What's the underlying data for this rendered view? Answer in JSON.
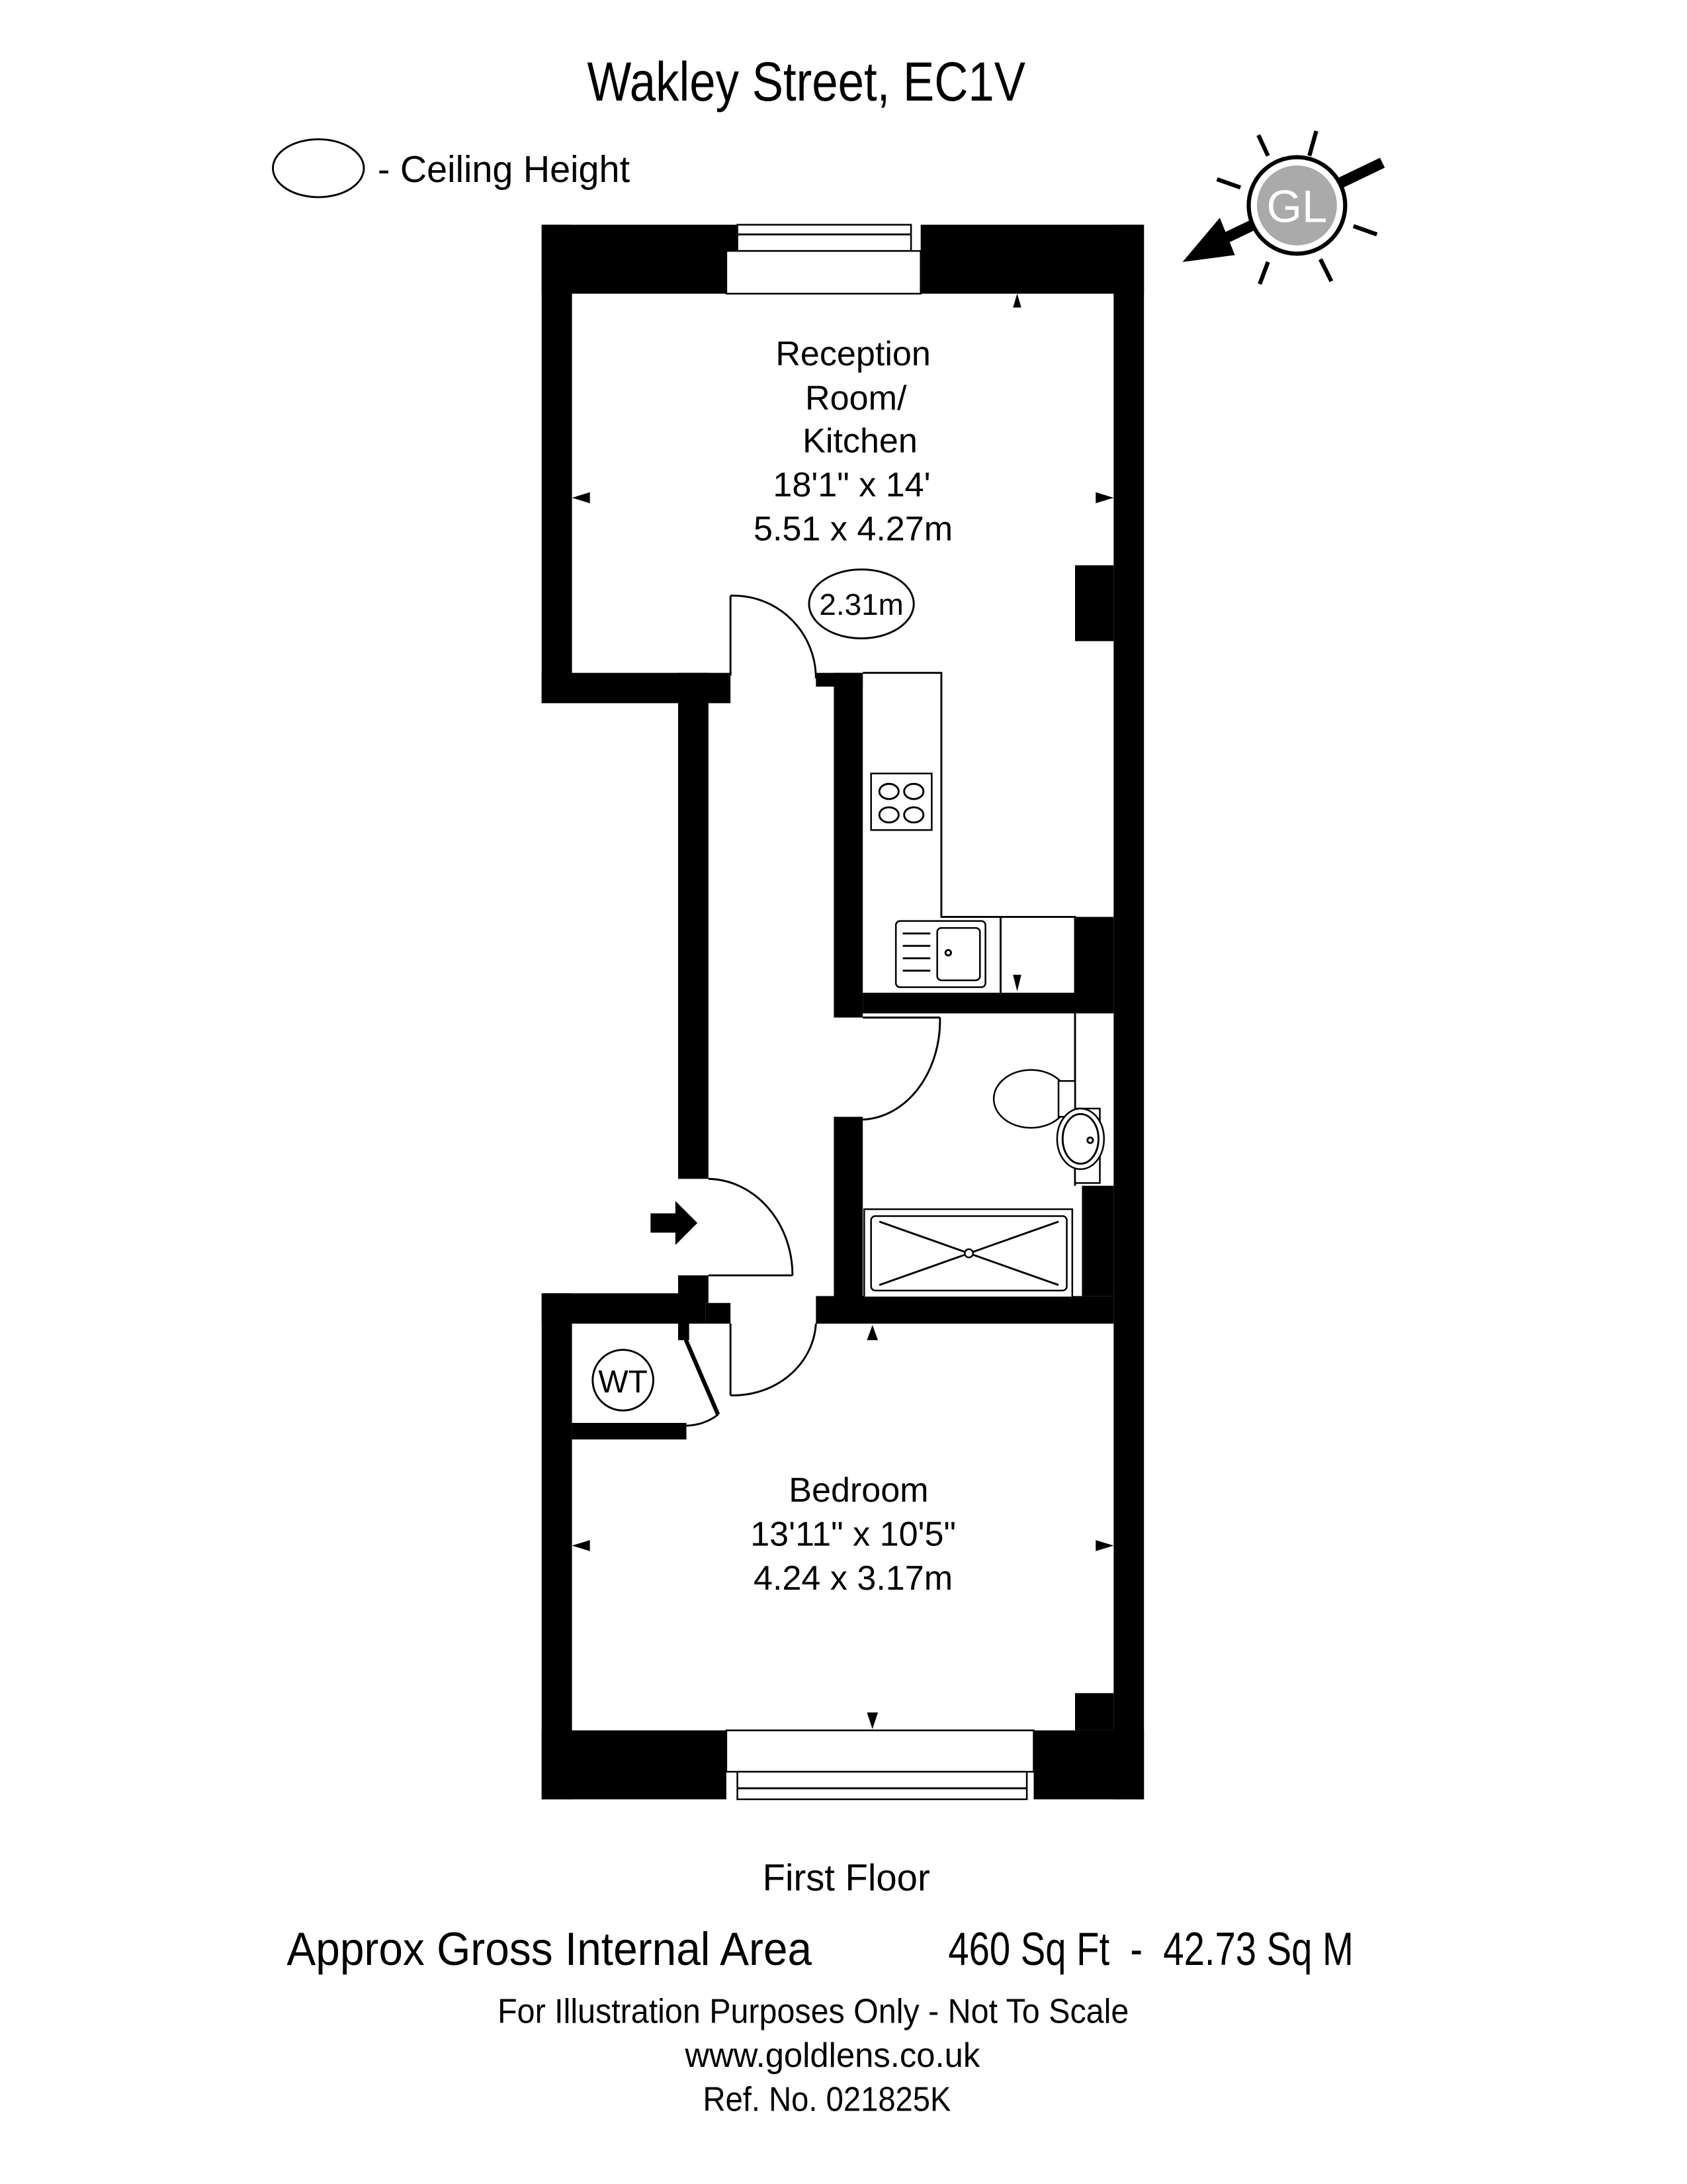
{
  "title": "Wakley Street, EC1V",
  "legend": {
    "ceiling_height_label": "- Ceiling Height"
  },
  "compass": {
    "logo_text": "GL",
    "logo_color": "#aaaaaa"
  },
  "rooms": {
    "reception": {
      "line1": "Reception",
      "line2": "Room/",
      "line3": "Kitchen",
      "imperial": "18'1\" x 14'",
      "metric": "5.51 x 4.27m",
      "ceiling_height": "2.31m"
    },
    "bedroom": {
      "name": "Bedroom",
      "imperial": "13'11\" x 10'5\"",
      "metric": "4.24 x 3.17m"
    },
    "cupboard": {
      "label": "WT"
    }
  },
  "footer": {
    "floor": "First Floor",
    "area_label": "Approx Gross Internal Area",
    "area_value": "460 Sq Ft  -  42.73 Sq M",
    "disclaimer": "For Illustration Purposes Only - Not To Scale",
    "website": "www.goldlens.co.uk",
    "reference": "Ref. No. 021825K"
  }
}
